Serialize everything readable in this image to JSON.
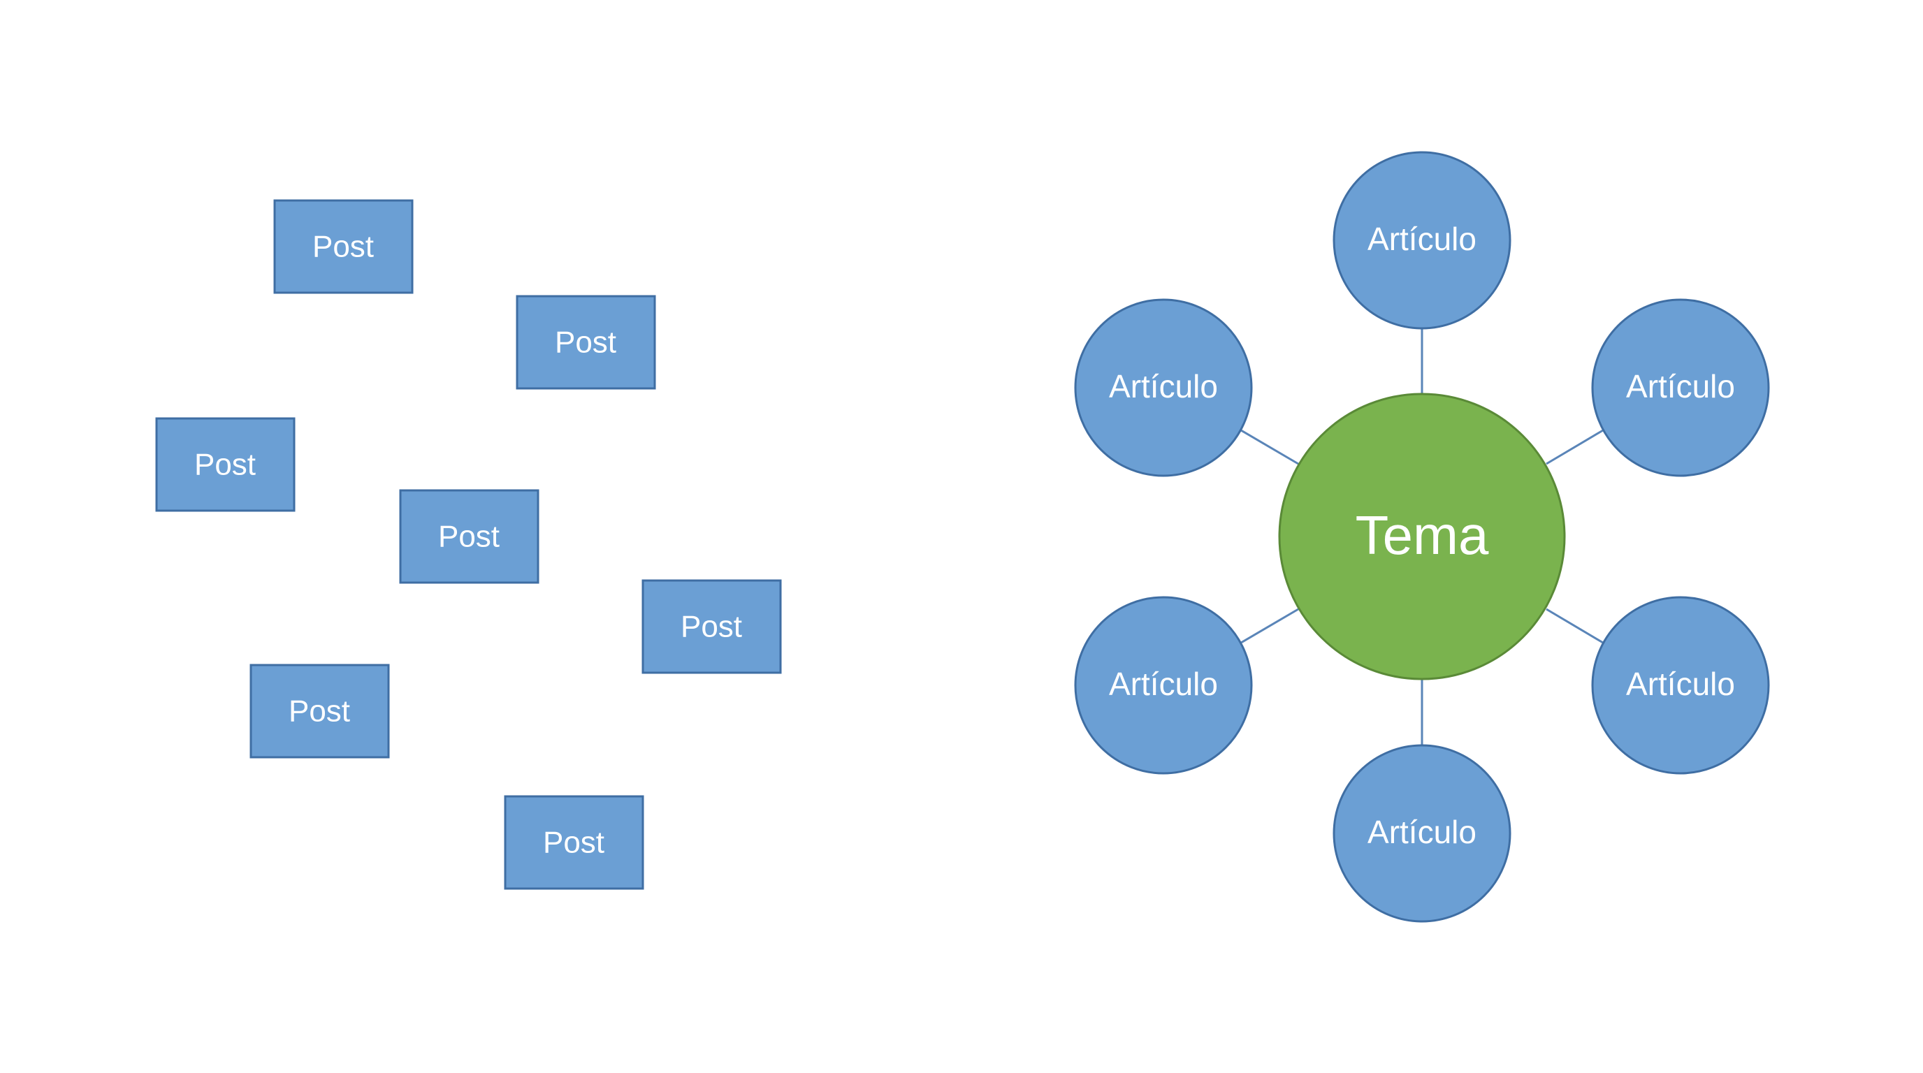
{
  "colors": {
    "post_fill": "#6b9fd4",
    "post_stroke": "#3f6ea3",
    "article_fill": "#6b9fd4",
    "article_stroke": "#3f6ea3",
    "center_fill": "#7ab34e",
    "center_stroke": "#5a8a37",
    "connector": "#5a85b8",
    "background": "#ffffff"
  },
  "posts": [
    {
      "label": "Post"
    },
    {
      "label": "Post"
    },
    {
      "label": "Post"
    },
    {
      "label": "Post"
    },
    {
      "label": "Post"
    },
    {
      "label": "Post"
    },
    {
      "label": "Post"
    }
  ],
  "hub": {
    "center_label": "Tema",
    "articles": [
      {
        "label": "Artículo"
      },
      {
        "label": "Artículo"
      },
      {
        "label": "Artículo"
      },
      {
        "label": "Artículo"
      },
      {
        "label": "Artículo"
      },
      {
        "label": "Artículo"
      }
    ]
  }
}
